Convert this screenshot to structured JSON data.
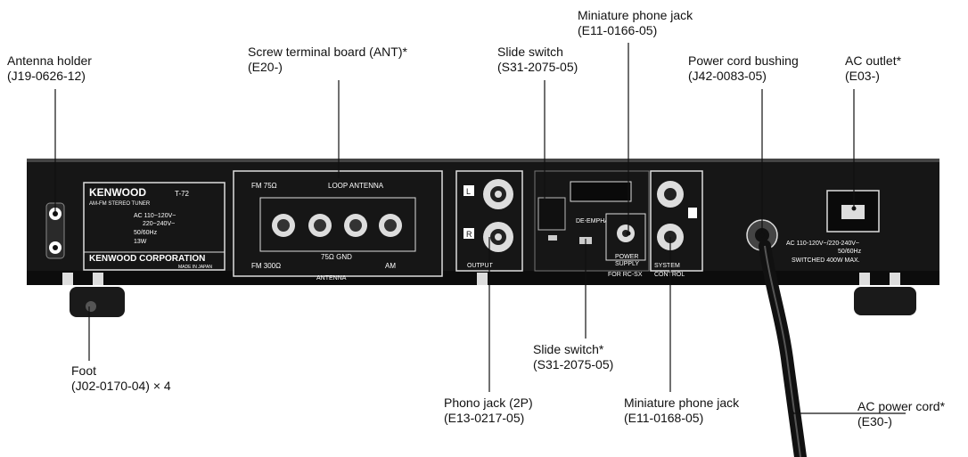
{
  "callouts": {
    "antenna_holder": {
      "name": "Antenna holder",
      "part": "(J19-0626-12)"
    },
    "screw_terminal": {
      "name": "Screw terminal board (ANT)*",
      "part": "(E20-)"
    },
    "slide_switch_top": {
      "name": "Slide switch",
      "part": "(S31-2075-05)"
    },
    "mini_jack_top": {
      "name": "Miniature phone jack",
      "part": "(E11-0166-05)"
    },
    "power_cord_bushing": {
      "name": "Power cord bushing",
      "part": "(J42-0083-05)"
    },
    "ac_outlet": {
      "name": "AC outlet*",
      "part": "(E03-)"
    },
    "foot": {
      "name": "Foot",
      "part": "(J02-0170-04) × 4"
    },
    "slide_switch_bottom": {
      "name": "Slide switch*",
      "part": "(S31-2075-05)"
    },
    "phono_jack": {
      "name": "Phono jack (2P)",
      "part": "(E13-0217-05)"
    },
    "mini_jack_bottom": {
      "name": "Miniature phone jack",
      "part": "(E11-0168-05)"
    },
    "ac_power_cord": {
      "name": "AC power cord*",
      "part": "(E30-)"
    }
  },
  "panel": {
    "brand": "KENWOOD",
    "model": "T-72",
    "product": "AM-FM STEREO TUNER",
    "rating_1": "AC 110~120V~",
    "rating_2": "220~240V~",
    "rating_3": "50/60Hz",
    "rating_4": "13W",
    "corporation": "KENWOOD CORPORATION",
    "made_in": "MADE IN JAPAN",
    "fm75": "FM 75Ω",
    "loop_antenna": "LOOP ANTENNA",
    "fm300": "FM 300Ω",
    "gnd": "75Ω GND",
    "am": "AM",
    "antenna": "ANTENNA",
    "output": "OUTPUT",
    "l": "L",
    "r": "R",
    "de_emphasis": "DE-EMPHASIS",
    "power_supply_1": "POWER",
    "power_supply_2": "SUPPLY",
    "power_supply_3": "FOR RC-SX",
    "system_1": "SYSTEM",
    "system_2": "CONTROL",
    "ac_label_1": "AC 110-120V~/220-240V~",
    "ac_label_2": "50/60Hz",
    "ac_label_3": "SWITCHED 400W MAX."
  }
}
